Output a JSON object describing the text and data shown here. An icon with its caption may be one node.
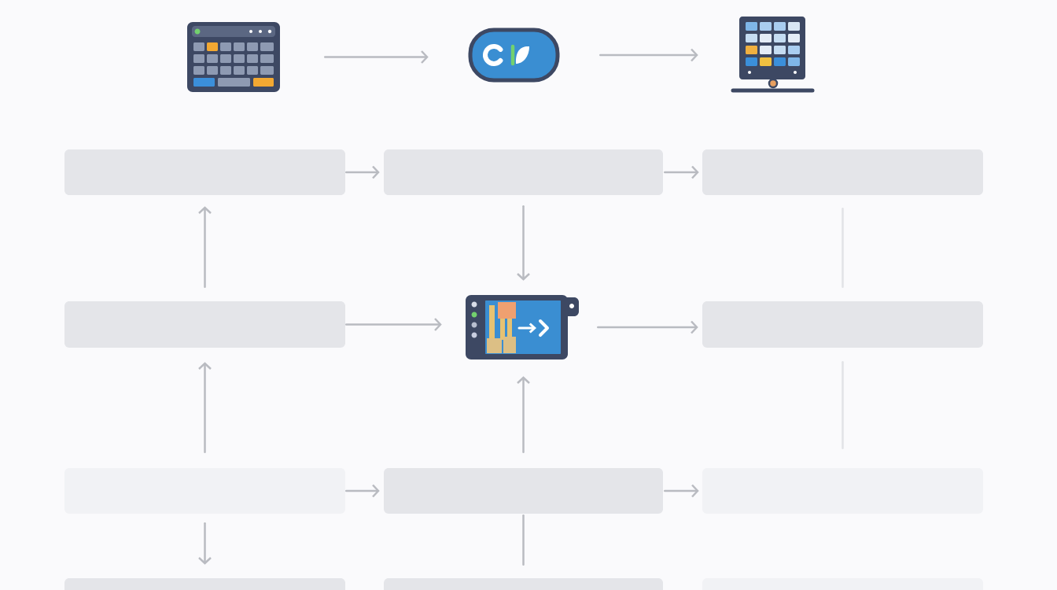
{
  "diagram": {
    "nodes": [
      {
        "text": [],
        "shape": "picture"
      },
      {
        "text": [],
        "shape": "picture"
      },
      {
        "text": [],
        "shape": "picture"
      },
      {
        "text": [],
        "shape": "bar"
      },
      {
        "text": [],
        "shape": "bar"
      },
      {
        "text": [],
        "shape": "bar"
      },
      {
        "text": [],
        "shape": "bar"
      },
      {
        "text": [],
        "shape": "picture"
      },
      {
        "text": [],
        "shape": "bar"
      },
      {
        "text": [],
        "shape": "bar"
      },
      {
        "text": [],
        "shape": "bar"
      },
      {
        "text": [],
        "shape": "bar"
      },
      {
        "text": [],
        "shape": "bar"
      },
      {
        "text": [],
        "shape": "bar"
      },
      {
        "text": [],
        "shape": "bar"
      }
    ],
    "edges": [
      {
        "from": 0,
        "to": 1,
        "arrow": "to"
      },
      {
        "from": 1,
        "to": 2,
        "arrow": "to"
      },
      {
        "from": 3,
        "to": 4,
        "arrow": "to"
      },
      {
        "from": 4,
        "to": 5,
        "arrow": "to"
      },
      {
        "from": 6,
        "to": 3,
        "arrow": "to"
      },
      {
        "from": 4,
        "to": 7,
        "arrow": "to"
      },
      {
        "from": 5,
        "to": 8,
        "arrow": "none",
        "color": "#e2e3e7"
      },
      {
        "from": 6,
        "to": 7,
        "arrow": "to"
      },
      {
        "from": 7,
        "to": 8,
        "arrow": "to"
      },
      {
        "from": 9,
        "to": 6,
        "arrow": "to"
      },
      {
        "from": 10,
        "to": 7,
        "arrow": "to"
      },
      {
        "from": 8,
        "to": 11,
        "arrow": "none",
        "color": "#e2e3e7"
      },
      {
        "from": 9,
        "to": 10,
        "arrow": "to"
      },
      {
        "from": 10,
        "to": 11,
        "arrow": "to"
      },
      {
        "from": 9,
        "to": 12,
        "arrow": "to"
      },
      {
        "from": 10,
        "to": 13,
        "arrow": "none"
      }
    ]
  }
}
